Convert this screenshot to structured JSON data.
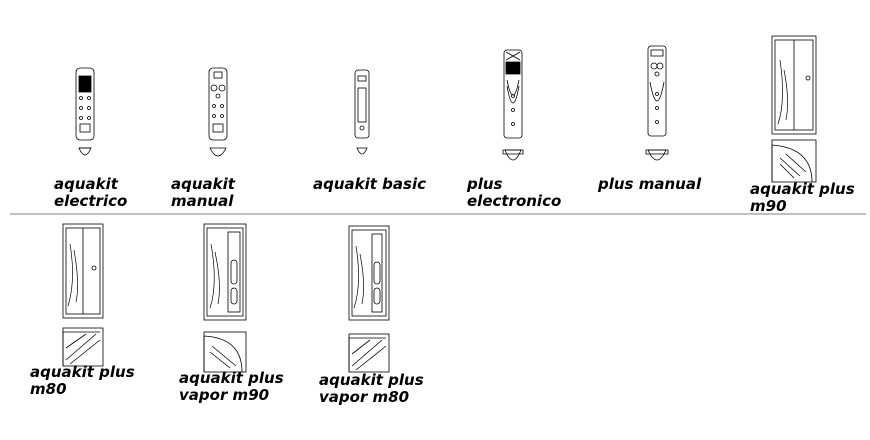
{
  "items": [
    {
      "line1": "aquakit",
      "line2": "electrico"
    },
    {
      "line1": "aquakit",
      "line2": "manual"
    },
    {
      "line1": "aquakit basic",
      "line2": ""
    },
    {
      "line1": "plus",
      "line2": "electronico"
    },
    {
      "line1": "plus manual",
      "line2": ""
    },
    {
      "line1": "aquakit plus",
      "line2": "m90"
    },
    {
      "line1": "aquakit plus",
      "line2": "m80"
    },
    {
      "line1": "aquakit plus",
      "line2": "vapor m90"
    },
    {
      "line1": "aquakit plus",
      "line2": "vapor m80"
    }
  ],
  "colors": {
    "ink": "#000000",
    "background": "#ffffff"
  }
}
